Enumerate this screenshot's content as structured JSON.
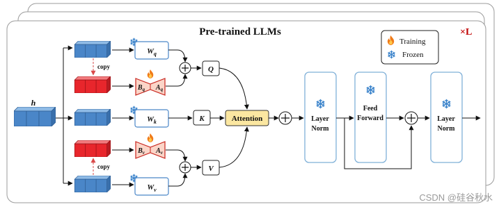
{
  "title": "Pre-trained LLMs",
  "repeat_label": "×L",
  "input_label": "h",
  "copy_top": "copy",
  "copy_bottom": "copy",
  "weights": {
    "wq": {
      "main": "W",
      "sub": "q"
    },
    "wk": {
      "main": "W",
      "sub": "k"
    },
    "wv": {
      "main": "W",
      "sub": "v"
    }
  },
  "lora": {
    "bq": {
      "main": "B",
      "sub": "q"
    },
    "aq": {
      "main": "A",
      "sub": "q"
    },
    "bv": {
      "main": "B",
      "sub": "v"
    },
    "av": {
      "main": "A",
      "sub": "v"
    }
  },
  "q_label": "Q",
  "k_label": "K",
  "v_label": "V",
  "attention_label": "Attention",
  "layer_norm_1": [
    "Layer",
    "Norm"
  ],
  "feed_forward": [
    "Feed",
    "Forward"
  ],
  "layer_norm_2": [
    "Layer",
    "Norm"
  ],
  "legend": {
    "training": "Training",
    "frozen": "Frozen"
  },
  "watermark": "CSDN @硅谷秋水",
  "colors": {
    "block_blue": "#4a86c8",
    "block_red": "#e8262c",
    "frame_border": "#7fb0d8",
    "lora_fill": "#fbd5c8",
    "lora_border": "#c8241c",
    "attention_fill": "#fbe7a1",
    "repeat_red": "#c00000"
  }
}
